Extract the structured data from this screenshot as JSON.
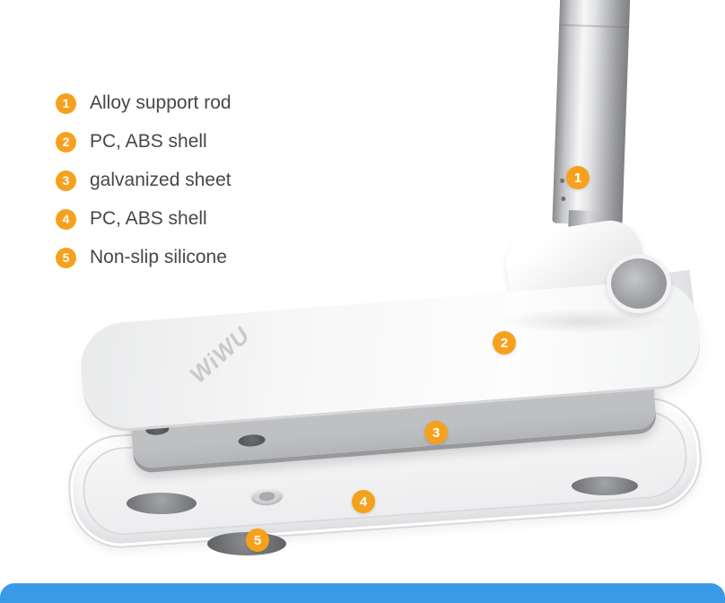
{
  "legend": {
    "items": [
      {
        "num": "1",
        "label": "Alloy support rod"
      },
      {
        "num": "2",
        "label": "PC, ABS shell"
      },
      {
        "num": "3",
        "label": "galvanized sheet"
      },
      {
        "num": "4",
        "label": "PC, ABS shell"
      },
      {
        "num": "5",
        "label": "Non-slip silicone"
      }
    ]
  },
  "brand": {
    "logo_text": "WiWU"
  },
  "colors": {
    "badge_orange": "#F6A11E",
    "footer_blue": "#3B9AE8",
    "text_gray": "#474747"
  }
}
